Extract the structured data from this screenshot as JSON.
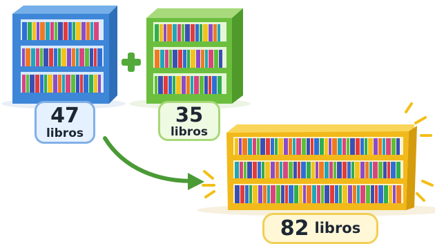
{
  "blue_shelf": {
    "count": "47",
    "unit": "libros"
  },
  "green_shelf": {
    "count": "35",
    "unit": "libros"
  },
  "total_shelf": {
    "count": "82",
    "unit": "libros"
  },
  "icons": {
    "plus": "plus-icon",
    "arrow": "curved-arrow-icon",
    "sparkle": "sparkle-lines-icon"
  },
  "colors": {
    "blue_frame": "#3e86d8",
    "green_frame": "#6cbf3e",
    "gold_frame": "#f2b91a",
    "plus_sign": "#53a93a",
    "arrow": "#4a9a36"
  }
}
